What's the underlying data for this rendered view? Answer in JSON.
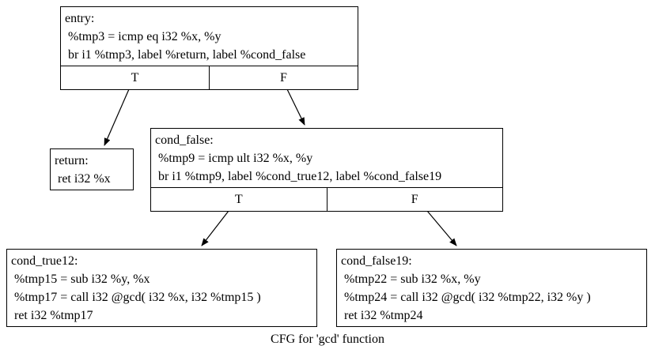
{
  "graph": {
    "title": "CFG for 'gcd' function",
    "nodes": [
      {
        "id": "entry",
        "lines": [
          "entry:",
          " %tmp3 = icmp eq i32 %x, %y",
          " br i1 %tmp3, label %return, label %cond_false"
        ],
        "branches": [
          "T",
          "F"
        ]
      },
      {
        "id": "return",
        "lines": [
          "return:",
          " ret i32 %x"
        ]
      },
      {
        "id": "cond_false",
        "lines": [
          "cond_false:",
          " %tmp9 = icmp ult i32 %x, %y",
          " br i1 %tmp9, label %cond_true12, label %cond_false19"
        ],
        "branches": [
          "T",
          "F"
        ]
      },
      {
        "id": "cond_true12",
        "lines": [
          "cond_true12:",
          " %tmp15 = sub i32 %y, %x",
          " %tmp17 = call i32 @gcd( i32 %x, i32 %tmp15 )",
          " ret i32 %tmp17"
        ]
      },
      {
        "id": "cond_false19",
        "lines": [
          "cond_false19:",
          " %tmp22 = sub i32 %x, %y",
          " %tmp24 = call i32 @gcd( i32 %tmp22, i32 %y )",
          " ret i32 %tmp24"
        ]
      }
    ],
    "edges": [
      {
        "from": "entry",
        "branch": "T",
        "to": "return"
      },
      {
        "from": "entry",
        "branch": "F",
        "to": "cond_false"
      },
      {
        "from": "cond_false",
        "branch": "T",
        "to": "cond_true12"
      },
      {
        "from": "cond_false",
        "branch": "F",
        "to": "cond_false19"
      }
    ]
  },
  "colors": {
    "node_border": "#000000",
    "text": "#000000",
    "background": "#ffffff"
  }
}
